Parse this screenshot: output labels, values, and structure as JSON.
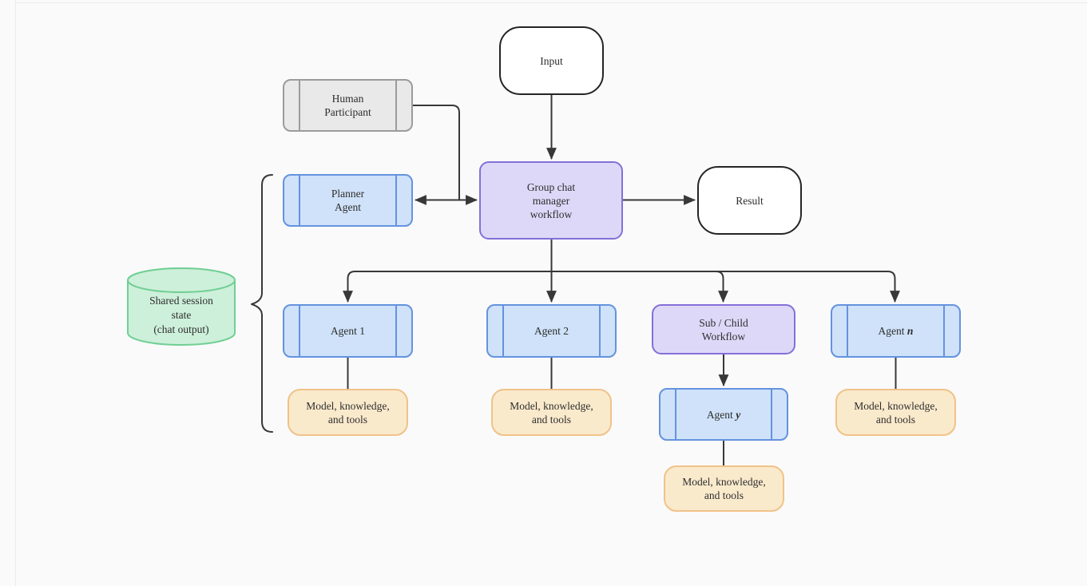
{
  "colors": {
    "bg": "#fafafa",
    "divider": "#ebebeb",
    "line": "#383838",
    "text": "#2d2d2d",
    "blue-fill": "#cfe2f9",
    "blue-border": "#6493de",
    "purple-fill": "#ded8f8",
    "purple-border": "#8470d8",
    "tan-fill": "#faeacc",
    "tan-border": "#f0c289",
    "green-fill": "#cdf0da",
    "green-border": "#72cf95",
    "gray-fill": "#e9e9e9",
    "gray-border": "#9b9b9b",
    "white-fill": "#ffffff",
    "black-border": "#242424"
  },
  "nodes": {
    "input": {
      "label": "Input"
    },
    "human_participant": {
      "label": "Human\nParticipant"
    },
    "planner_agent": {
      "label": "Planner\nAgent"
    },
    "group_chat_manager": {
      "label": "Group chat\nmanager\nworkflow"
    },
    "result": {
      "label": "Result"
    },
    "shared_session_state": {
      "label": "Shared session\nstate\n(chat output)"
    },
    "agent_1": {
      "label": "Agent 1"
    },
    "agent_2": {
      "label": "Agent 2"
    },
    "sub_child_workflow": {
      "label": "Sub / Child\nWorkflow"
    },
    "agent_n": {
      "prefix": "Agent ",
      "var": "n"
    },
    "agent_y": {
      "prefix": "Agent ",
      "var": "y"
    },
    "model_knowledge_tools": {
      "label": "Model, knowledge,\nand tools"
    }
  }
}
